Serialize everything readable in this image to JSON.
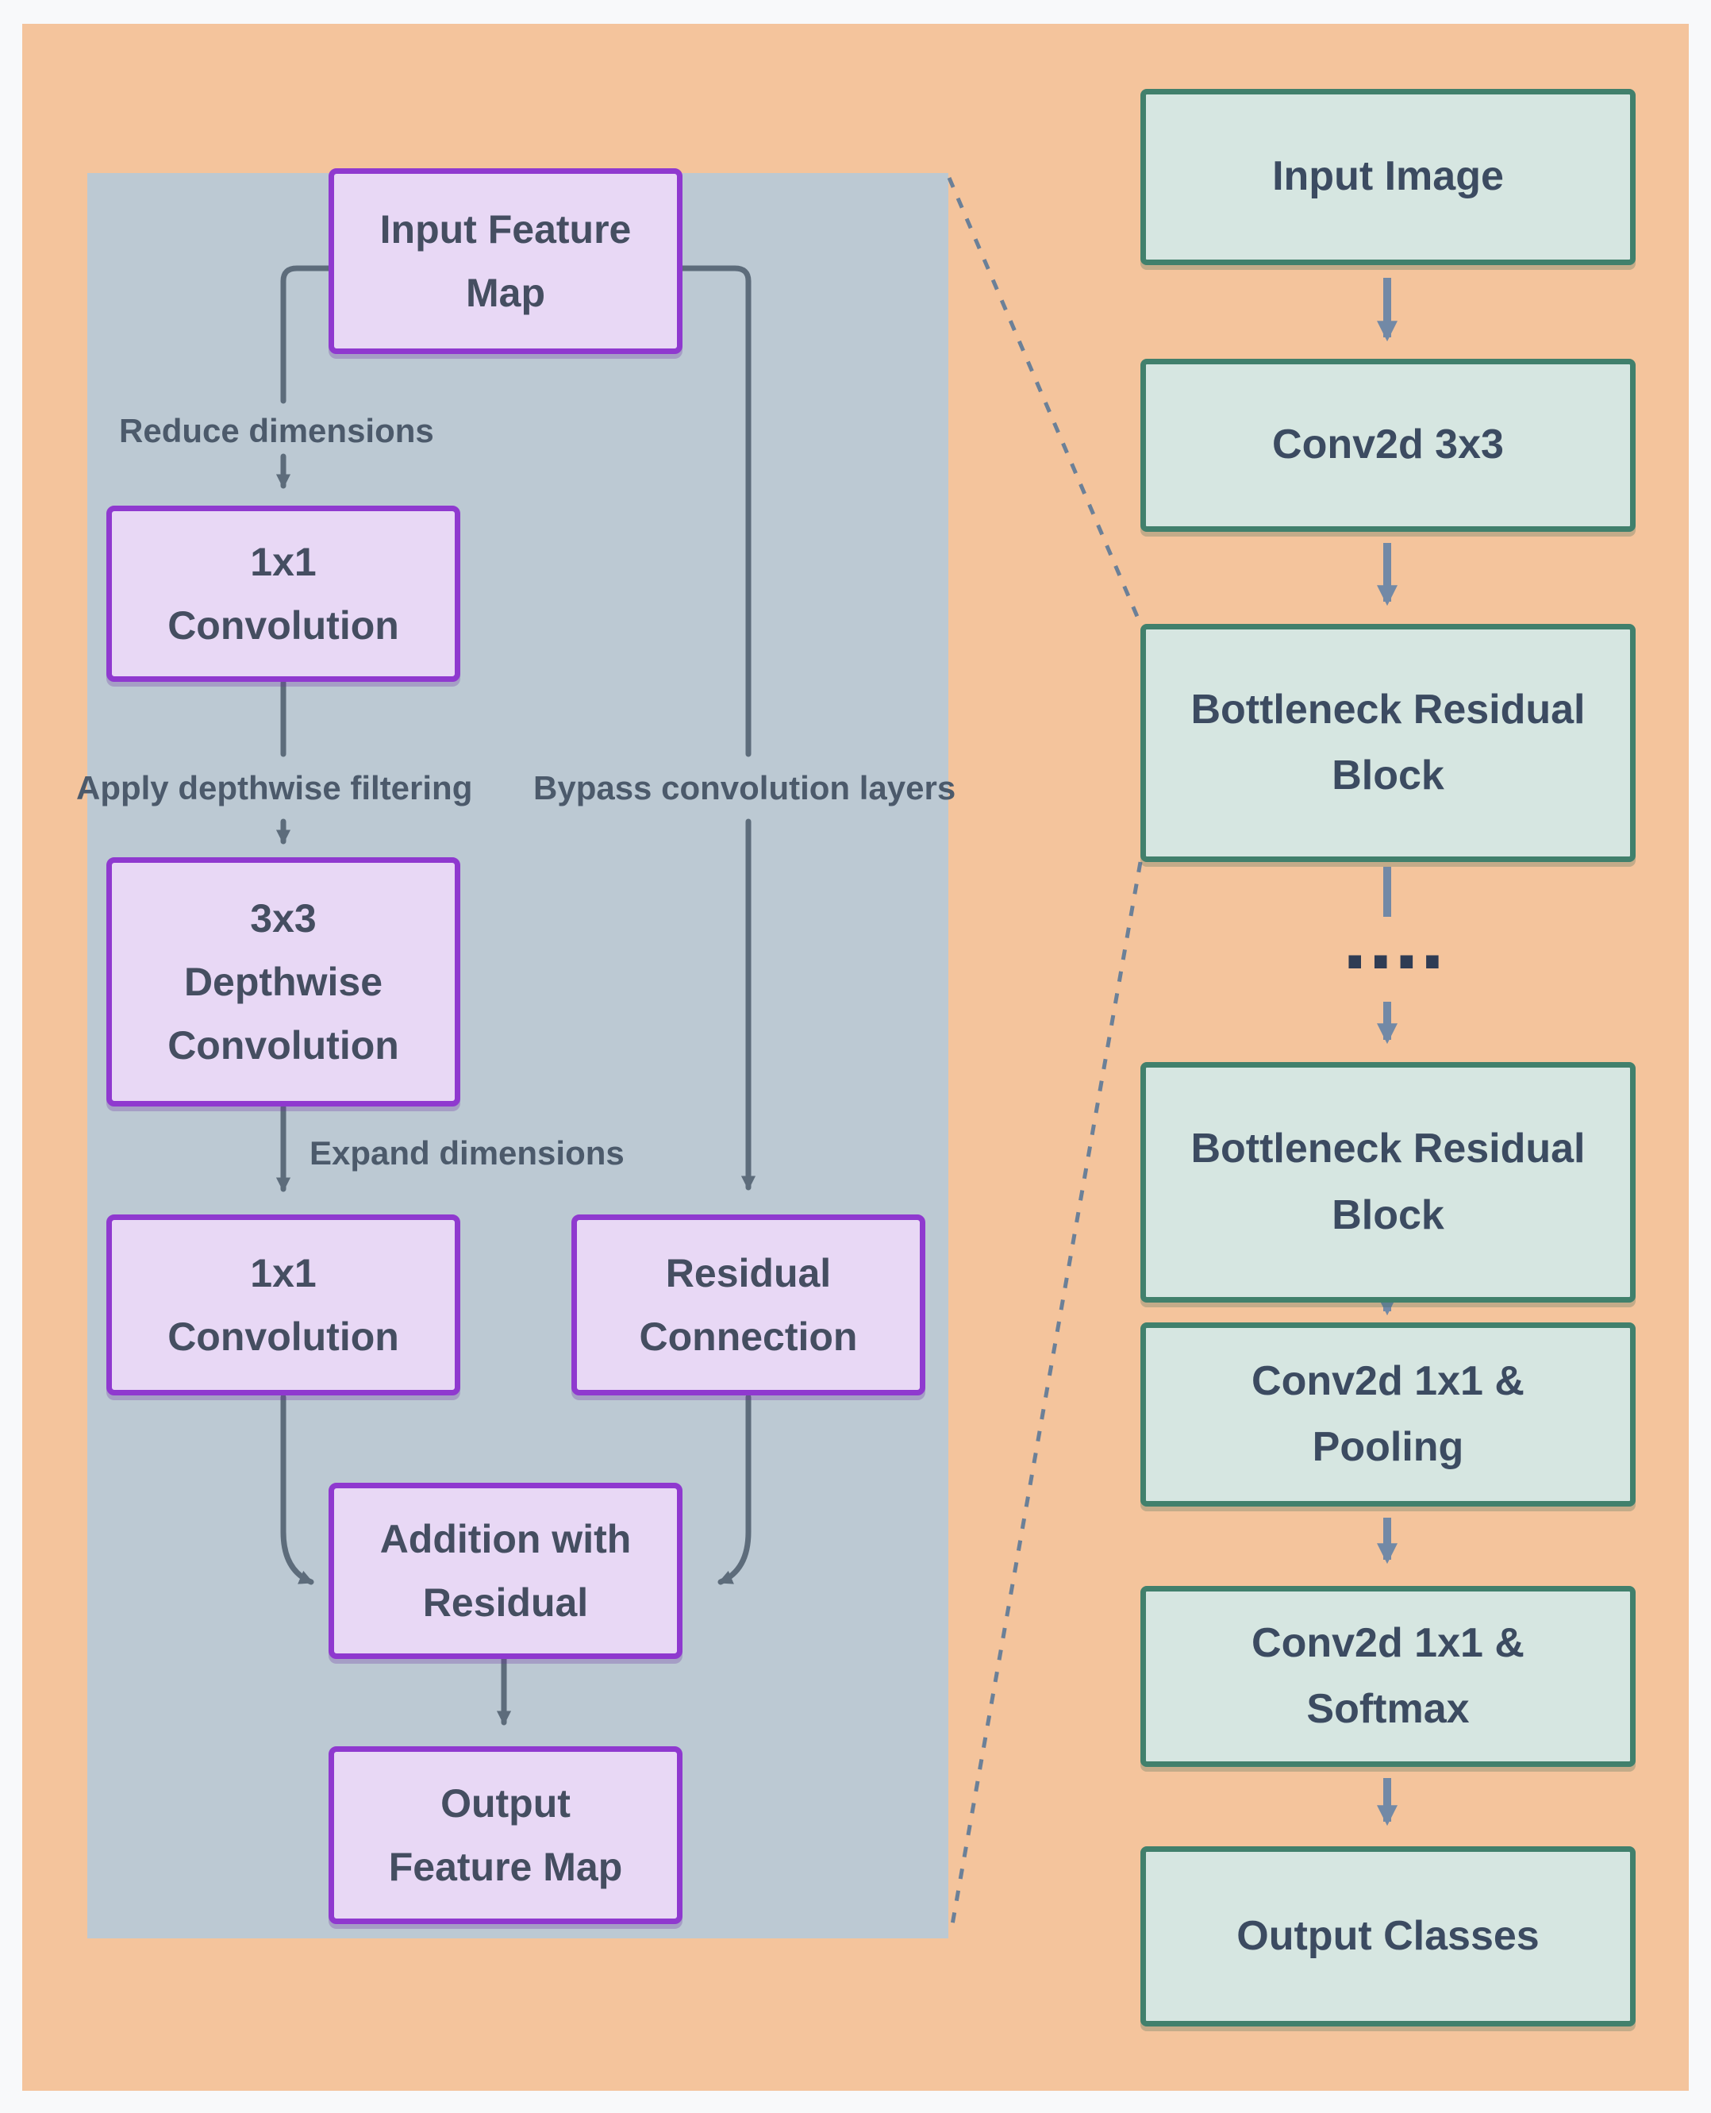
{
  "detail_panel": {
    "boxes": {
      "input_feature_map": "Input Feature\nMap",
      "conv1x1_reduce": "1x1\nConvolution",
      "depthwise_conv": "3x3\nDepthwise\nConvolution",
      "conv1x1_expand": "1x1\nConvolution",
      "residual_connection": "Residual\nConnection",
      "addition_with_residual": "Addition with\nResidual",
      "output_feature_map": "Output\nFeature Map"
    },
    "edge_labels": {
      "reduce": "Reduce dimensions",
      "apply": "Apply depthwise filtering",
      "bypass": "Bypass convolution layers",
      "expand": "Expand dimensions"
    }
  },
  "network_column": {
    "boxes": {
      "input_image": "Input Image",
      "conv2d_3x3": "Conv2d 3x3",
      "bottleneck_block_1": "Bottleneck Residual\nBlock",
      "ellipsis": "....",
      "bottleneck_block_2": "Bottleneck Residual\nBlock",
      "conv2d_1x1_pooling": "Conv2d 1x1 &\nPooling",
      "conv2d_1x1_softmax": "Conv2d 1x1 &\nSoftmax",
      "output_classes": "Output Classes"
    }
  },
  "colors": {
    "background_frame": "#f8f9fa",
    "orange_background": "#f4c49c",
    "panel_gray": "#bcc9d3",
    "purple_box_fill": "#e8d8f5",
    "purple_box_border": "#8f39cf",
    "teal_box_fill": "#d6e6e1",
    "teal_box_border": "#41806c",
    "box_text": "#454e61",
    "label_text": "#4c5a6b",
    "panel_arrow": "#5d6c7b",
    "column_arrow": "#7289a6",
    "dashed_link": "#6b8098"
  }
}
